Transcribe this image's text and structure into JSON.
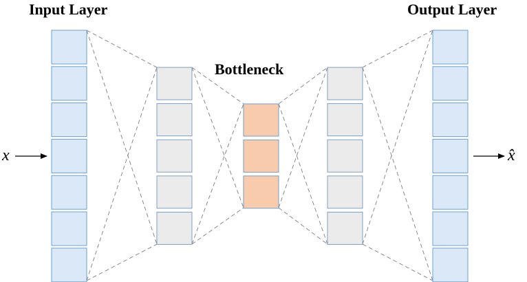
{
  "titles": {
    "input": "Input Layer",
    "bottleneck": "Bottleneck",
    "output": "Output Layer"
  },
  "labels": {
    "input_var": "x",
    "output_var": "x̂"
  },
  "layers": [
    {
      "name": "input-layer",
      "units": 7,
      "color": "#dae8f7"
    },
    {
      "name": "encoder-hidden-layer",
      "units": 5,
      "color": "#ebebeb"
    },
    {
      "name": "bottleneck-layer",
      "units": 3,
      "color": "#f8cbad"
    },
    {
      "name": "decoder-hidden-layer",
      "units": 5,
      "color": "#ebebeb"
    },
    {
      "name": "output-layer",
      "units": 7,
      "color": "#dae8f7"
    }
  ],
  "colors": {
    "input_border": "#6a9fd4",
    "hidden_border": "#7f9fc0",
    "bottleneck_border": "#6f9fcf",
    "connector": "#8a8a8a",
    "arrow": "#000000"
  }
}
